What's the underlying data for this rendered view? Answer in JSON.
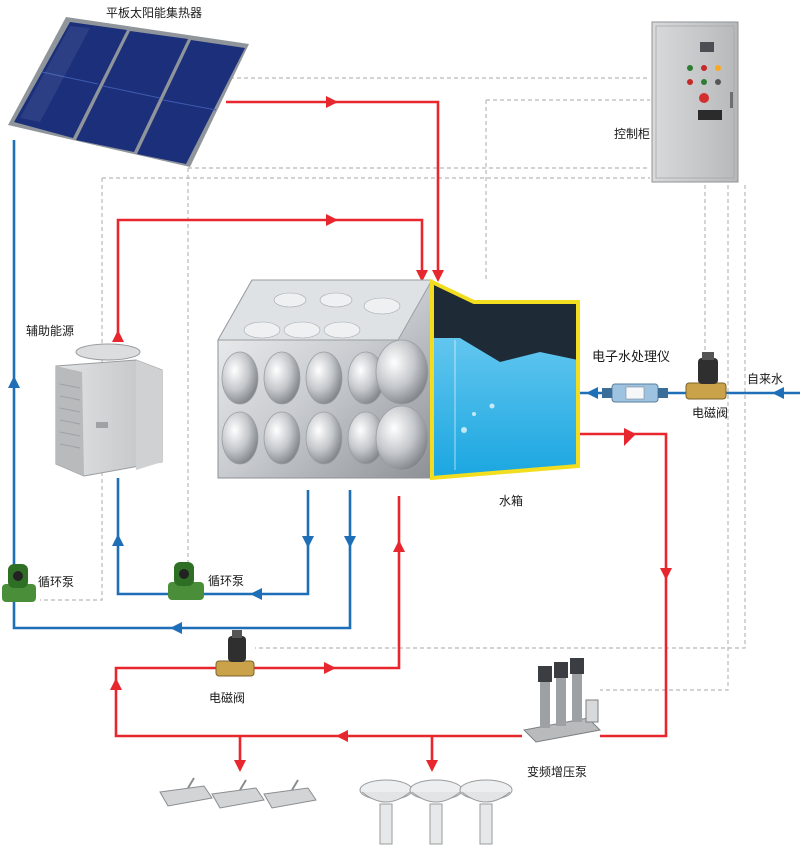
{
  "labels": {
    "solar_collector": "平板太阳能集热器",
    "control_cabinet": "控制柜",
    "auxiliary_energy": "辅助能源",
    "electronic_water_processor": "电子水处理仪",
    "tap_water": "自来水",
    "solenoid_valve_inlet": "电磁阀",
    "water_tank": "水箱",
    "circulation_pump_left": "循环泵",
    "circulation_pump_middle": "循环泵",
    "solenoid_valve_outlet": "电磁阀",
    "booster_pump": "变频增压泵"
  },
  "colors": {
    "hot_pipe": "#e8262d",
    "cold_pipe": "#1f6fb8",
    "control_line": "#b9b9b9",
    "tank_frame": "#f2dd1e",
    "tank_water": "#33b8ea",
    "panel_blue": "#1b2f7a"
  },
  "icons": {
    "solar_collector": "solar-panel-icon",
    "control_cabinet": "control-cabinet-icon",
    "auxiliary_energy": "heat-pump-icon",
    "water_tank": "steel-water-tank-icon",
    "electronic_water_processor": "water-processor-icon",
    "solenoid_valve": "solenoid-valve-icon",
    "circulation_pump": "circulation-pump-icon",
    "booster_pump": "booster-pump-icon",
    "shower": "shower-head-icon",
    "basin": "wash-basin-icon"
  }
}
